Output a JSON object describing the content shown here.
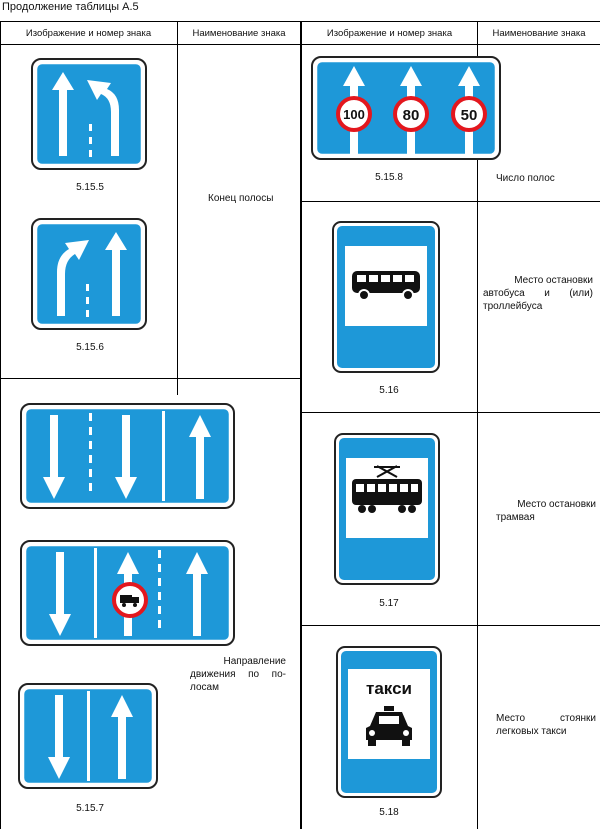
{
  "caption": "Продолжение таблицы А.5",
  "headers": {
    "col1": "Изображение и номер знака",
    "col2": "Наименование знака",
    "col3": "Изображение и номер знака",
    "col4": "Наименование знака"
  },
  "signs": {
    "s5155": {
      "code": "5.15.5"
    },
    "s5156": {
      "code": "5.15.6"
    },
    "s5157": {
      "code": "5.15.7"
    },
    "s5158": {
      "code": "5.15.8",
      "name": "Число полос",
      "limits": [
        "100",
        "80",
        "50"
      ]
    },
    "s516": {
      "code": "5.16",
      "name_lines": [
        "Место остановки",
        "автобуса и (или)",
        "троллейбуса"
      ]
    },
    "s517": {
      "code": "5.17",
      "name_lines": [
        "Место остановки",
        "трамвая"
      ]
    },
    "s518": {
      "code": "5.18",
      "sign_text": "такси",
      "name_lines": [
        "Место стоянки",
        "легковых такси"
      ]
    }
  },
  "names": {
    "end_of_lane": "Конец полосы",
    "lane_direction_lines": [
      "Направление",
      "движения по по-",
      "лосам"
    ]
  },
  "colors": {
    "sign_blue": "#1e98d8",
    "limit_red": "#e3171e"
  }
}
